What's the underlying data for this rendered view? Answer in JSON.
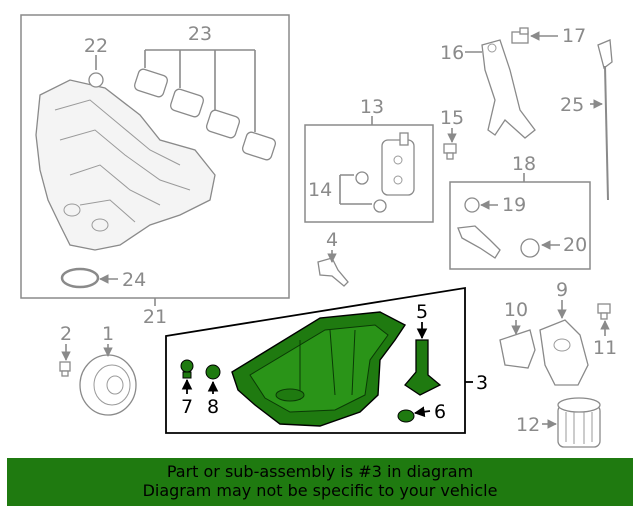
{
  "callouts": {
    "c1": "1",
    "c2": "2",
    "c3": "3",
    "c4": "4",
    "c5": "5",
    "c6": "6",
    "c7": "7",
    "c8": "8",
    "c9": "9",
    "c10": "10",
    "c11": "11",
    "c12": "12",
    "c13": "13",
    "c14": "14",
    "c15": "15",
    "c16": "16",
    "c17": "17",
    "c18": "18",
    "c19": "19",
    "c20": "20",
    "c21": "21",
    "c22": "22",
    "c23": "23",
    "c24": "24",
    "c25": "25"
  },
  "banner": {
    "line1": "Part or sub-assembly is #3 in diagram",
    "line2": "Diagram may not be specific to your vehicle"
  },
  "colors": {
    "highlight": "#1f7a10",
    "outline": "#8a8a8a",
    "focus": "#000000"
  }
}
